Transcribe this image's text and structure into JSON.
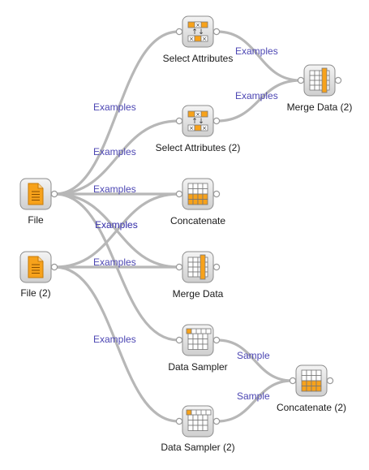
{
  "nodes": [
    {
      "id": "file",
      "label": "File",
      "icon": "file-icon"
    },
    {
      "id": "file2",
      "label": "File (2)",
      "icon": "file-icon"
    },
    {
      "id": "sel1",
      "label": "Select Attributes",
      "icon": "select-attributes-icon"
    },
    {
      "id": "sel2",
      "label": "Select Attributes (2)",
      "icon": "select-attributes-icon"
    },
    {
      "id": "merge2",
      "label": "Merge Data (2)",
      "icon": "merge-data-icon"
    },
    {
      "id": "concat",
      "label": "Concatenate",
      "icon": "concatenate-icon"
    },
    {
      "id": "merge",
      "label": "Merge Data",
      "icon": "merge-data-icon"
    },
    {
      "id": "samp1",
      "label": "Data Sampler",
      "icon": "data-sampler-icon"
    },
    {
      "id": "samp2",
      "label": "Data Sampler (2)",
      "icon": "data-sampler-icon"
    },
    {
      "id": "concat2",
      "label": "Concatenate (2)",
      "icon": "concatenate-icon"
    }
  ],
  "links": [
    {
      "from": "file",
      "to": "sel1",
      "label": "Examples"
    },
    {
      "from": "file",
      "to": "sel2",
      "label": "Examples"
    },
    {
      "from": "file",
      "to": "concat",
      "label": "Examples"
    },
    {
      "from": "file",
      "to": "merge",
      "label": "Examples"
    },
    {
      "from": "file",
      "to": "samp1",
      "label": ""
    },
    {
      "from": "file2",
      "to": "concat",
      "label": "Examples"
    },
    {
      "from": "file2",
      "to": "merge",
      "label": "Examples"
    },
    {
      "from": "file2",
      "to": "samp2",
      "label": "Examples"
    },
    {
      "from": "sel1",
      "to": "merge2",
      "label": "Examples"
    },
    {
      "from": "sel2",
      "to": "merge2",
      "label": "Examples"
    },
    {
      "from": "samp1",
      "to": "concat2",
      "label": "Sample"
    },
    {
      "from": "samp2",
      "to": "concat2",
      "label": "Sample"
    }
  ],
  "colors": {
    "accent": "#f7a21b",
    "link": "#b7b7b7",
    "link_label": "#4c46b3",
    "tile_top": "#f4f4f4",
    "tile_bottom": "#cfcfcf"
  }
}
